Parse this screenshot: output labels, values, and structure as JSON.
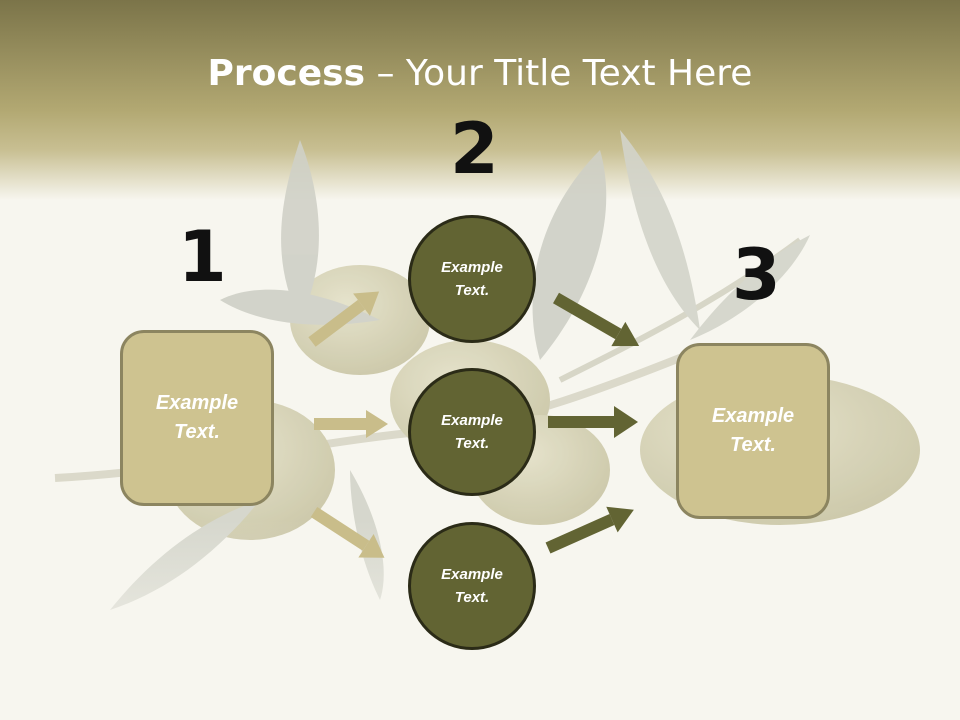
{
  "title": {
    "bold": "Process",
    "rest": " – Your Title Text Here"
  },
  "steps": [
    {
      "number": "1"
    },
    {
      "number": "2"
    },
    {
      "number": "3"
    }
  ],
  "boxes": {
    "left": {
      "line1": "Example",
      "line2": "Text."
    },
    "right": {
      "line1": "Example",
      "line2": "Text."
    }
  },
  "circles": [
    {
      "line1": "Example",
      "line2": "Text."
    },
    {
      "line1": "Example",
      "line2": "Text."
    },
    {
      "line1": "Example",
      "line2": "Text."
    }
  ],
  "colors": {
    "header_band": "#a39a62",
    "box_fill": "#cec390",
    "circle_fill": "#626433",
    "arrow_light": "#c9bd8a",
    "arrow_dark": "#626433"
  }
}
